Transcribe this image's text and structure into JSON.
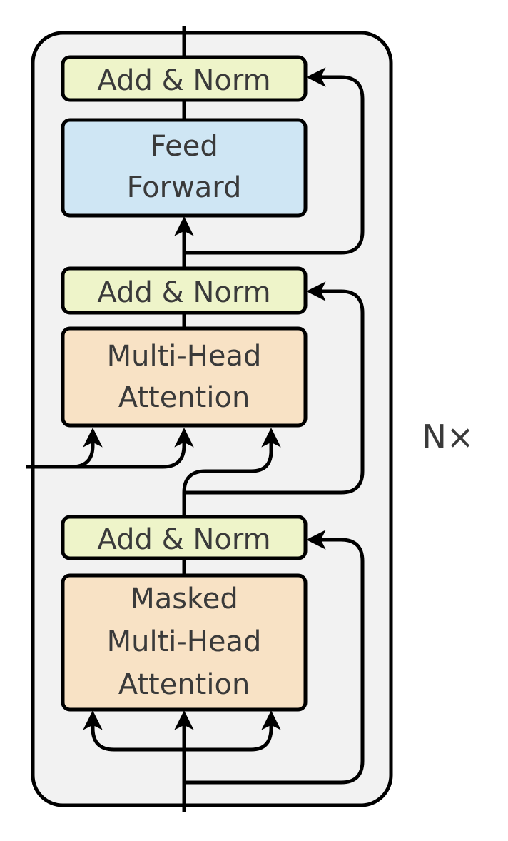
{
  "diagram": {
    "feed_forward": {
      "line1": "Feed",
      "line2": "Forward"
    },
    "add_norm_top": "Add & Norm",
    "add_norm_mid": "Add & Norm",
    "add_norm_bottom": "Add & Norm",
    "cross_attention": {
      "line1": "Multi-Head",
      "line2": "Attention"
    },
    "masked_attention": {
      "line1": "Masked",
      "line2": "Multi-Head",
      "line3": "Attention"
    },
    "repeat_label": "N×"
  },
  "colors": {
    "add_norm_fill": "#eef4c9",
    "feed_forward_fill": "#cfe6f4",
    "attention_fill": "#f8e2c5",
    "block_background": "#f2f2f2",
    "stroke": "#000000"
  }
}
